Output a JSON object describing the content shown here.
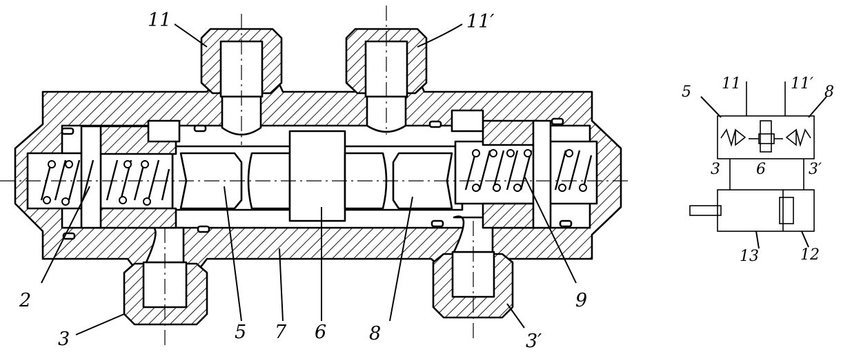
{
  "labels": {
    "l11": "11",
    "l11p": "11′",
    "l2": "2",
    "l3": "3",
    "l5": "5",
    "l7": "7",
    "l6": "6",
    "l8": "8",
    "l3p": "3′",
    "l9": "9"
  },
  "schematic_labels": {
    "s5": "5",
    "s11": "11",
    "s11p": "11′",
    "s8": "8",
    "s3": "3",
    "s6": "6",
    "s3p": "3′",
    "s13": "13",
    "s12": "12"
  }
}
